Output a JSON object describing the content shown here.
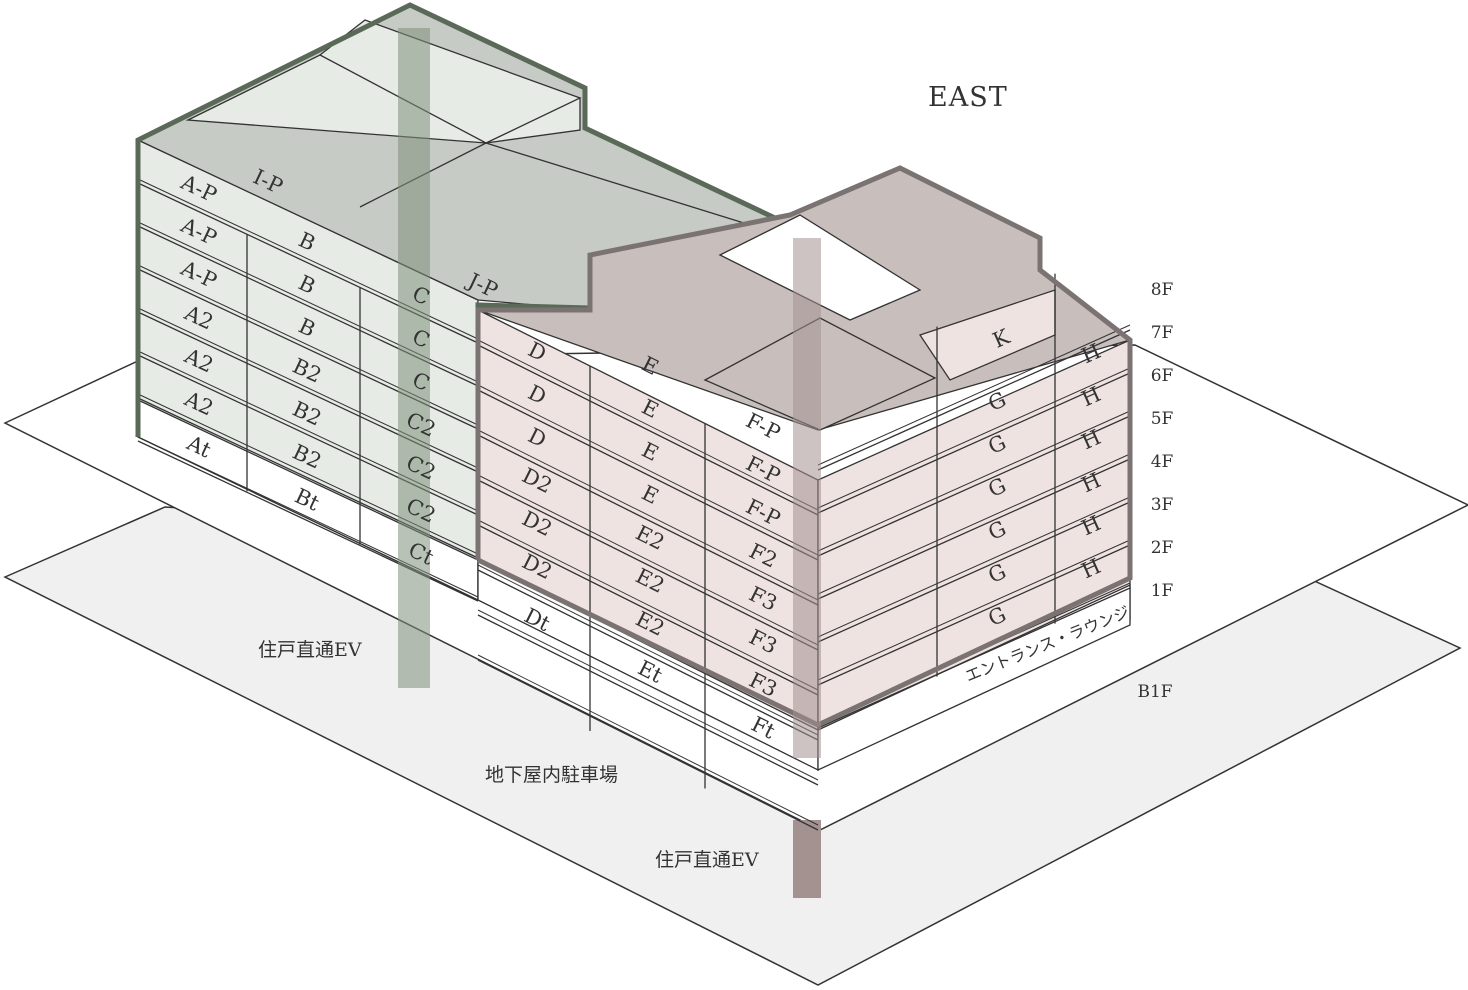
{
  "direction_label": "EAST",
  "floor_labels": [
    "8F",
    "7F",
    "6F",
    "5F",
    "4F",
    "3F",
    "2F",
    "1F",
    "B1F"
  ],
  "ev_label_west": "住戸直通EV",
  "ev_label_east": "住戸直通EV",
  "parking_label": "地下屋内駐車場",
  "lounge_label": "エントランス・ラウンジ",
  "west_units": {
    "col1": [
      "I-P",
      "A-P",
      "A-P",
      "A-P",
      "A2",
      "A2",
      "A2",
      "At"
    ],
    "col2": [
      "B",
      "B",
      "B",
      "B2",
      "B2",
      "B2",
      "Bt"
    ],
    "col3": [
      "J-P",
      "C",
      "C",
      "C",
      "C2",
      "C2",
      "C2",
      "Ct"
    ]
  },
  "east_units": {
    "col_d": [
      "D",
      "D",
      "D",
      "D2",
      "D2",
      "D2",
      "Dt"
    ],
    "col_e": [
      "E",
      "E",
      "E",
      "E",
      "E2",
      "E2",
      "E2",
      "Et"
    ],
    "col_f": [
      "F-P",
      "F-P",
      "F-P",
      "F2",
      "F3",
      "F3",
      "F3",
      "Ft"
    ],
    "col_g": [
      "G",
      "G",
      "G",
      "G",
      "G",
      "G"
    ],
    "col_h": [
      "H",
      "H",
      "H",
      "H",
      "H",
      "H"
    ],
    "roof": [
      "K"
    ]
  },
  "colors": {
    "west_fill": "#e6ebe5",
    "west_roof": "#c7cbc6",
    "west_outline": "#5b6a58",
    "west_ev": "#7e8f7a",
    "east_fill": "#efe3e2",
    "east_roof": "#c8bfbd",
    "east_outline": "#7b7272",
    "east_ev": "#a3928f",
    "ground": "#f0f0f0",
    "line": "#333333"
  }
}
